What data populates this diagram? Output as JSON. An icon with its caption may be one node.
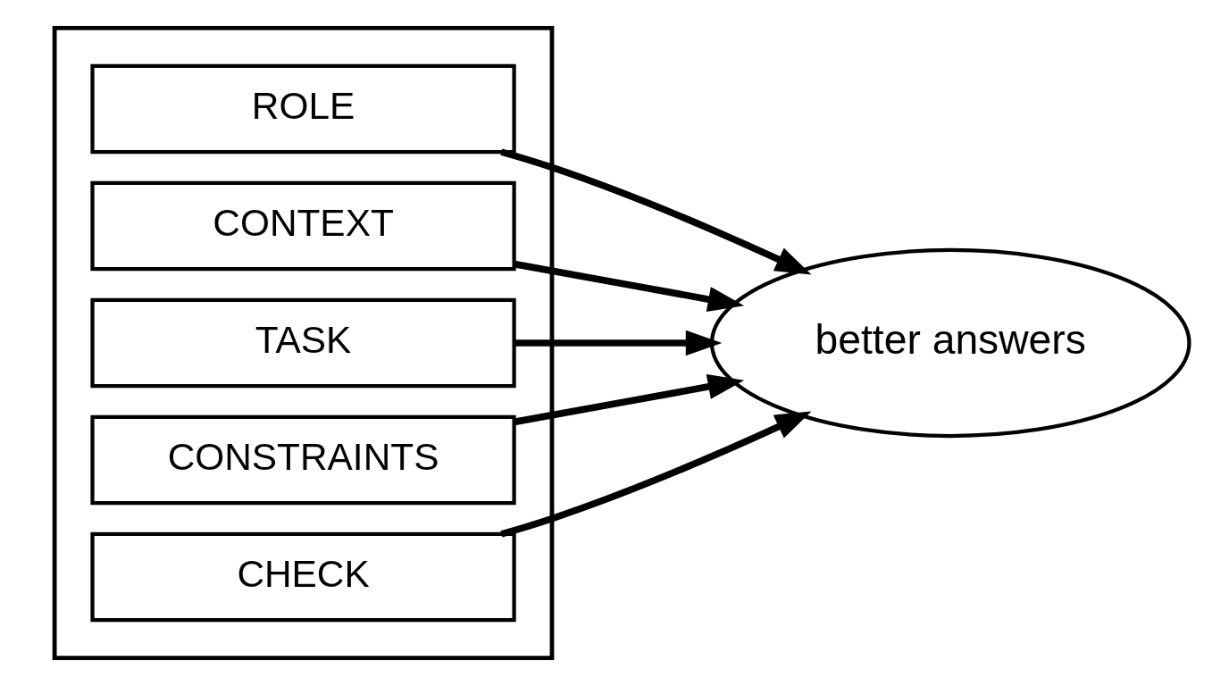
{
  "diagram": {
    "nodes": [
      {
        "text": [],
        "shape": "box"
      },
      {
        "text": [
          "ROLE"
        ],
        "in": 0
      },
      {
        "text": [
          "CONTEXT"
        ],
        "in": 0
      },
      {
        "text": [
          "TASK"
        ],
        "in": 0
      },
      {
        "text": [
          "CONSTRAINTS"
        ],
        "in": 0
      },
      {
        "text": [
          "CHECK"
        ],
        "in": 0
      },
      {
        "text": [
          "better answers"
        ]
      }
    ],
    "edges": [
      {
        "from": 1,
        "to": 6,
        "arrow": "to"
      },
      {
        "from": 2,
        "to": 6,
        "arrow": "to"
      },
      {
        "from": 3,
        "to": 6,
        "arrow": "to"
      },
      {
        "from": 4,
        "to": 6,
        "arrow": "to"
      },
      {
        "from": 5,
        "to": 6,
        "arrow": "to"
      }
    ]
  }
}
